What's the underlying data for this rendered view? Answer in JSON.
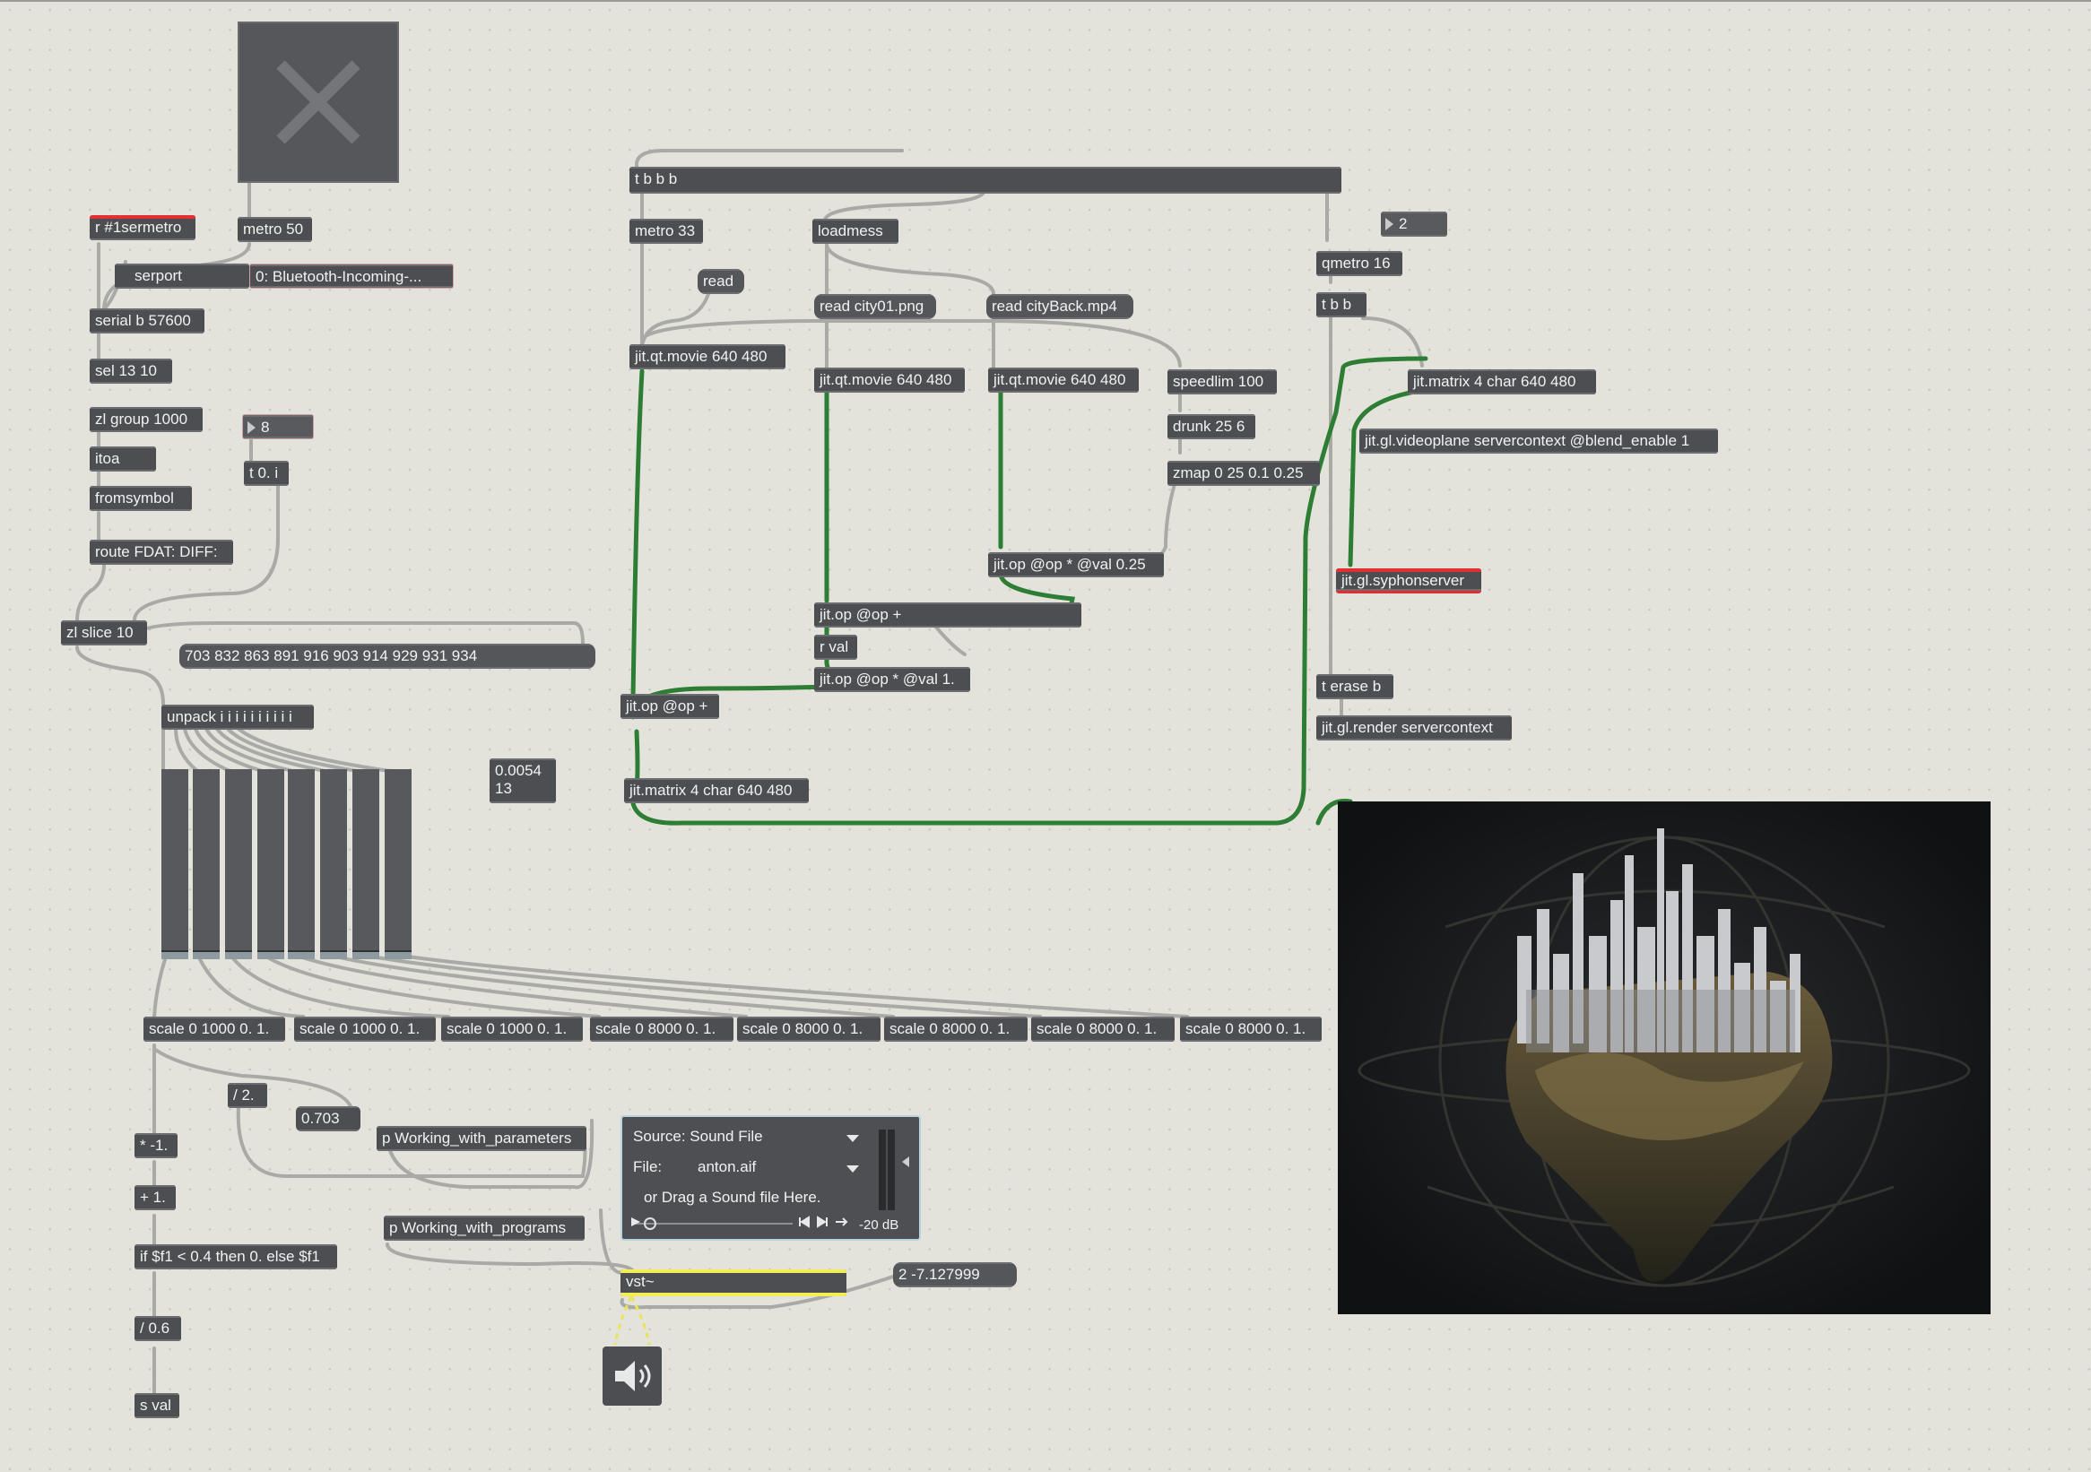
{
  "patcher": {
    "colors": {
      "canvas": "#e3e3dc",
      "object": "#4d4e51",
      "cord": "#a9aaa6",
      "matrix_cord": "#2e7d34",
      "selected": "#e23030",
      "vst_highlight": "#f4ee55"
    },
    "objects": {
      "receive": "r #1sermetro",
      "metro50": "metro 50",
      "serport_label": "serport",
      "serport_value": "0: Bluetooth-Incoming-...",
      "serial": "serial b 57600",
      "sel": "sel 13 10",
      "zlgroup": "zl group 1000",
      "itoa": "itoa",
      "fromsymbol": "fromsymbol",
      "route": "route FDAT: DIFF:",
      "zlslice": "zl slice 10",
      "num8": "8",
      "t0i": "t 0. i",
      "listmsg": "703 832 863 891 916 903 914 929 931 934",
      "unpack": "unpack i i i i i i i i i i",
      "floatdisplay": "0.0054\n13",
      "tbbb": "t b b b",
      "metro33": "metro 33",
      "loadmess": "loadmess",
      "read": "read",
      "readcity": "read city01.png",
      "readback": "read cityBack.mp4",
      "movie1": "jit.qt.movie 640 480",
      "movie2": "jit.qt.movie 640 480",
      "movie3": "jit.qt.movie 640 480",
      "speedlim": "speedlim 100",
      "drunk": "drunk 25 6",
      "zmap": "zmap 0 25 0.1 0.25",
      "jitopval025": "jit.op @op * @val 0.25",
      "jitopplus1": "jit.op @op +",
      "rval": "r val",
      "jitopval1": "jit.op @op * @val 1.",
      "jitopplus2": "jit.op @op +",
      "matrix1": "jit.matrix 4 char 640 480",
      "num2": "2",
      "qmetro": "qmetro 16",
      "tbb": "t b b",
      "matrix2": "jit.matrix 4 char 640 480",
      "videoplane": "jit.gl.videoplane servercontext @blend_enable 1",
      "syphon": "jit.gl.syphonserver",
      "terase": "t erase b",
      "render": "jit.gl.render servercontext",
      "scale1": "scale 0 1000 0. 1.",
      "scale2": "scale 0 1000 0. 1.",
      "scale3": "scale 0 1000 0. 1.",
      "scale4": "scale 0 8000 0. 1.",
      "scale5": "scale 0 8000 0. 1.",
      "scale6": "scale 0 8000 0. 1.",
      "scale7": "scale 0 8000 0. 1.",
      "scale8": "scale 0 8000 0. 1.",
      "div2": "/ 2.",
      "val0703": "0.703",
      "pparams": "p Working_with_parameters",
      "pprograms": "p Working_with_programs",
      "mul": "* -1.",
      "plus": "+ 1.",
      "iff": "if $f1 < 0.4 then 0. else $f1",
      "div06": "/ 0.6",
      "sval": "s val",
      "vst": "vst~",
      "vstmsg": "2 -7.127999"
    },
    "player": {
      "source_label": "Source: Sound File",
      "file_label": "File:",
      "file_value": "anton.aif",
      "hint": "or Drag a Sound file Here.",
      "db": "-20 dB"
    },
    "sliders": [
      0.04,
      0.04,
      0.04,
      0.04,
      0.04,
      0.04,
      0.04,
      0.04
    ]
  }
}
